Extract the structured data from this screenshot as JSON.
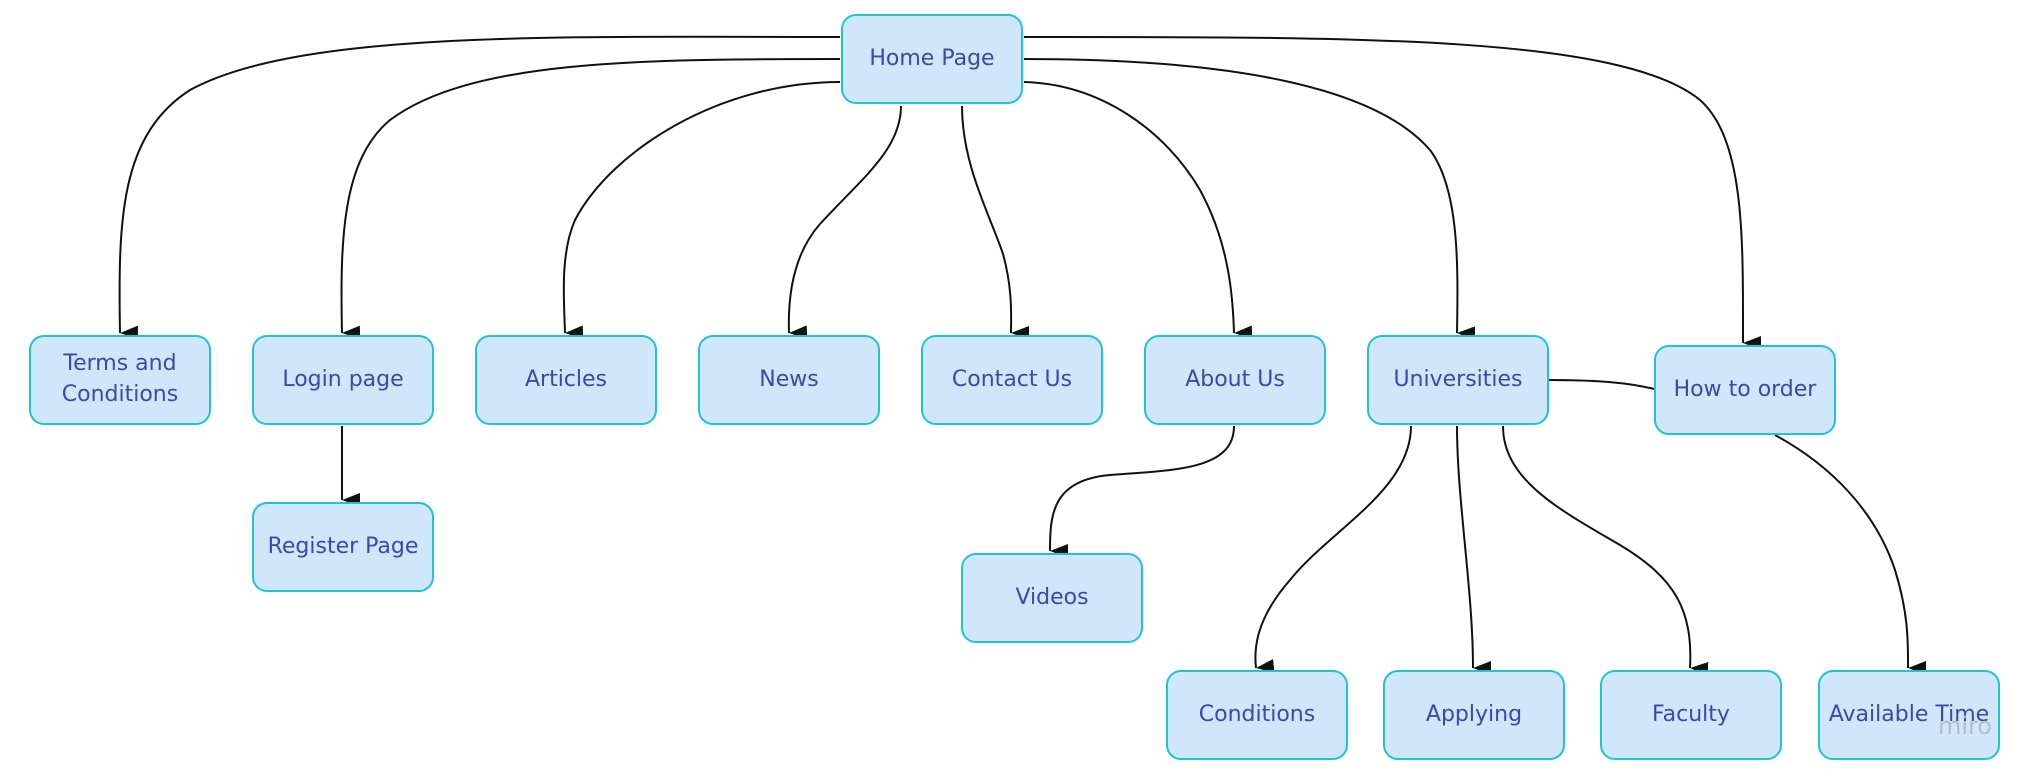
{
  "diagram": {
    "type": "sitemap",
    "colors": {
      "node_fill": "#cfe6fb",
      "node_border": "#1fc3d6",
      "node_text": "#3a4aa8",
      "edge": "#111111"
    },
    "nodes": {
      "home": "Home Page",
      "terms": [
        "Terms and",
        "Conditions"
      ],
      "login": "Login page",
      "register": "Register Page",
      "articles": "Articles",
      "news": "News",
      "contact": "Contact Us",
      "about": "About Us",
      "videos": "Videos",
      "universities": "Universities",
      "how_to_order": "How to order",
      "conditions": "Conditions",
      "applying": "Applying",
      "faculty": "Faculty",
      "available_time": "Available Time"
    },
    "edges": [
      [
        "Home Page",
        "Terms and Conditions"
      ],
      [
        "Home Page",
        "Login page"
      ],
      [
        "Home Page",
        "Articles"
      ],
      [
        "Home Page",
        "News"
      ],
      [
        "Home Page",
        "Contact Us"
      ],
      [
        "Home Page",
        "About Us"
      ],
      [
        "Home Page",
        "Universities"
      ],
      [
        "Home Page",
        "How to order"
      ],
      [
        "Login page",
        "Register Page"
      ],
      [
        "About Us",
        "Videos"
      ],
      [
        "Universities",
        "Conditions"
      ],
      [
        "Universities",
        "Applying"
      ],
      [
        "Universities",
        "Faculty"
      ],
      [
        "Universities",
        "How to order"
      ],
      [
        "How to order",
        "Available Time"
      ]
    ],
    "watermark": "miro"
  }
}
